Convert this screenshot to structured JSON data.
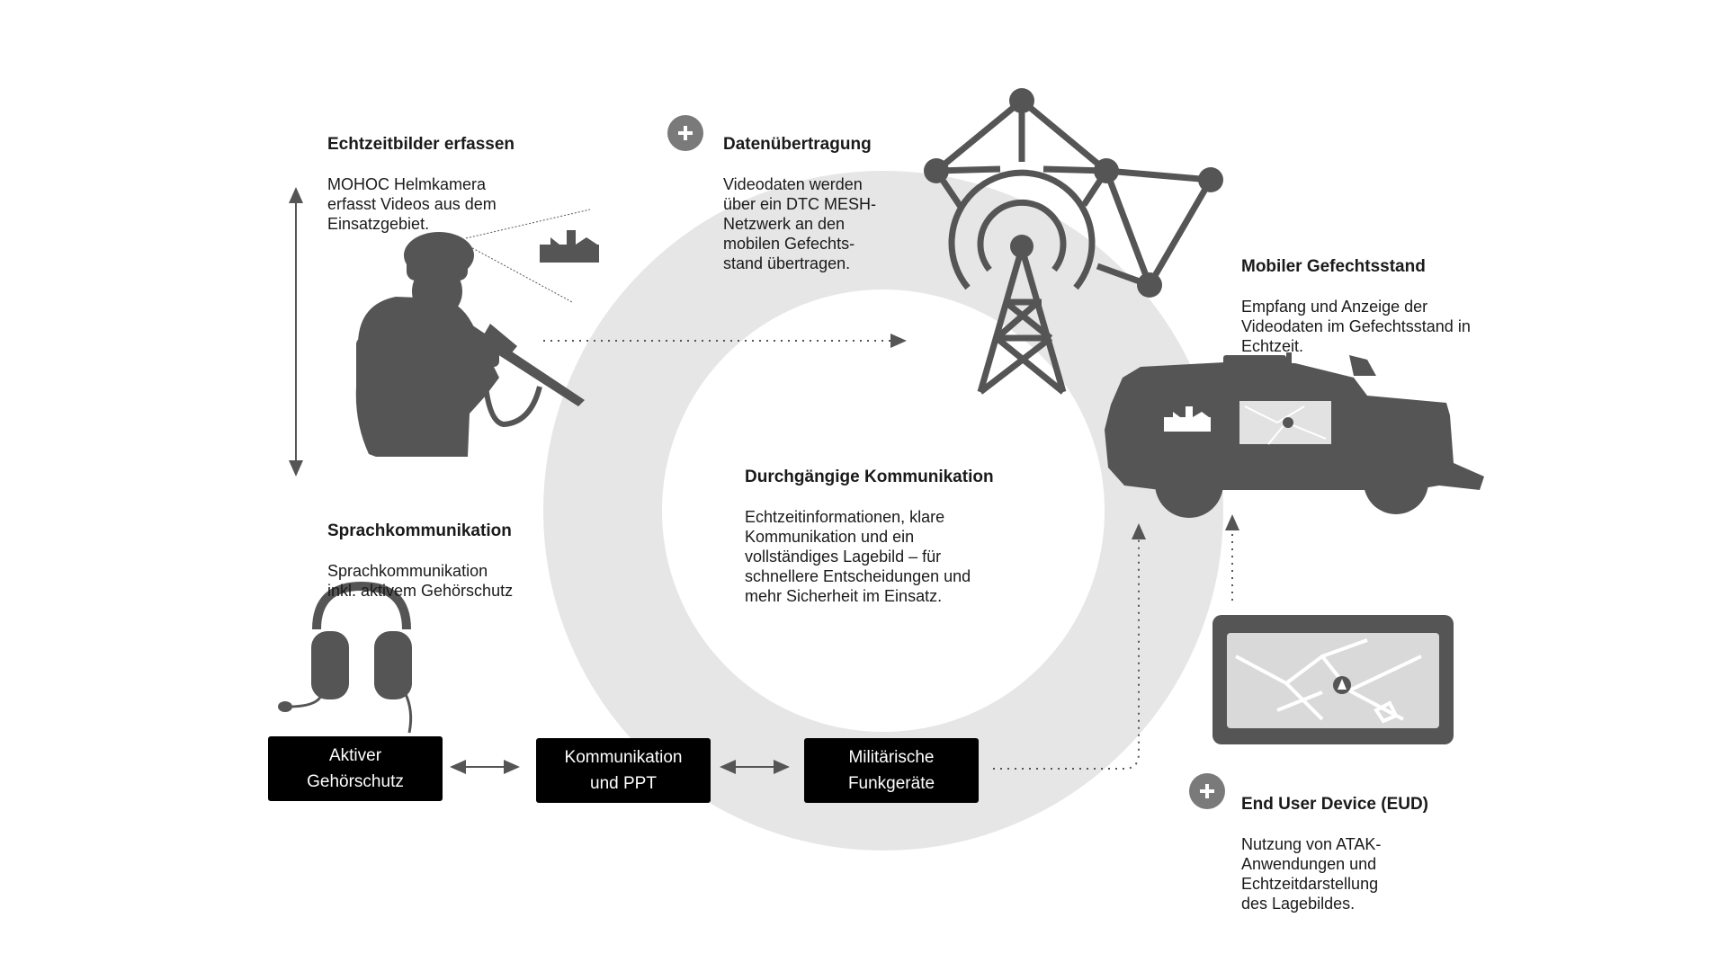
{
  "colors": {
    "ring": "#e6e6e6",
    "silhouette": "#555555",
    "box_bg": "#000000",
    "box_text": "#ffffff",
    "plus_badge": "#7a7a7a"
  },
  "sections": {
    "capture": {
      "title": "Echtzeitbilder erfassen",
      "body": "MOHOC Helmkamera\nerfasst Videos aus dem\nEinsatzgebiet."
    },
    "transfer": {
      "title": "Datenübertragung",
      "body": "Videodaten werden\nüber ein DTC MESH-\nNetzwerk an den\nmobilen Gefechts-\nstand übertragen."
    },
    "command": {
      "title": "Mobiler Gefechtsstand",
      "body": "Empfang und Anzeige der\nVideodaten im Gefechtsstand in\nEchtzeit."
    },
    "center": {
      "title": "Durchgängige Kommunikation",
      "body": "Echtzeitinformationen, klare\nKommunikation und ein\nvollständiges Lagebild – für\nschnellere Entscheidungen und\nmehr Sicherheit im Einsatz."
    },
    "voice": {
      "title": "Sprachkommunikation",
      "body": "Sprachkommunikation\ninkl. aktivem Gehörschutz"
    },
    "eud": {
      "title": "End User Device (EUD)",
      "body": "Nutzung von ATAK-\nAnwendungen und\nEchtzeitdarstellung\ndes Lagebildes."
    }
  },
  "boxes": {
    "hearing": "Aktiver\nGehörschutz",
    "comms": "Kommunikation\nund PPT",
    "radios": "Militärische\nFunkgeräte"
  },
  "icons": [
    "soldier-icon",
    "building-icon",
    "radio-tower-icon",
    "mesh-network-icon",
    "vehicle-icon",
    "tablet-icon",
    "headset-icon",
    "plus-icon"
  ]
}
